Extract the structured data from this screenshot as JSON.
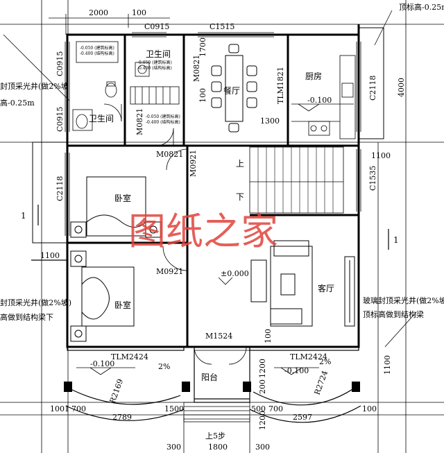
{
  "watermark": "图纸之家",
  "rooms": {
    "bathroom_a": "卫生间",
    "bathroom_b": "卫生间",
    "dining": "餐厅",
    "kitchen": "厨房",
    "bedroom_upper": "卧室",
    "bedroom_lower": "卧室",
    "living": "客厅",
    "balcony": "阳台"
  },
  "levels": {
    "kitchen": "-0.100",
    "living": "±0.000",
    "porch_left": "-0.100",
    "porch_right": "-0.100"
  },
  "bath_notes": {
    "line1": "-0.050 (建筑标高)",
    "line2": "-0.400 (结构标高)"
  },
  "dimensions": {
    "top_2000": "2000",
    "top_100": "100",
    "right_4000": "4000",
    "right_1100_a": "1100",
    "right_1100_b": "1100",
    "left_1100": "1100",
    "dining_1700": "1700",
    "dining_1300": "1300",
    "dining_100": "100",
    "porch_1200_a": "1200",
    "porch_1200_b": "1200",
    "porch_100": "100",
    "porch_200": "200",
    "bottom_1001": "1001",
    "bottom_700_a": "700",
    "bottom_2789": "2789",
    "bottom_1500": "1500",
    "bottom_500": "500",
    "bottom_700_b": "700",
    "bottom_2597": "2597",
    "bottom_100": "100",
    "bottom_300_a": "300",
    "bottom_1800": "1800",
    "bottom_300_b": "300",
    "pct_left": "2%",
    "pct_right": "2%"
  },
  "openings": {
    "c0915_top": "C0915",
    "c1515": "C1515",
    "c0915_left_a": "C0915",
    "c0915_left_b": "C0915",
    "c2118_right": "C2118",
    "c2118_left": "C2118",
    "c1535": "C1535",
    "m0821_a": "M0821",
    "m0821_b": "M0821",
    "m0821_c": "M0821",
    "m0921_a": "M0921",
    "m0921_b": "M0921",
    "tlm1821": "TLM1821",
    "m1524": "M1524",
    "tlm2424_left": "TLM2424",
    "tlm2424_right": "TLM2424",
    "r2169": "R2169",
    "r2724": "R2724"
  },
  "stairs": {
    "up": "上",
    "down": "下"
  },
  "steps": "上5步",
  "section_mark": "1",
  "notes": {
    "top_right": "顶标高-0.25m",
    "left_top_a": "封顶采光井(做2%坡",
    "left_top_b": "高-0.25m",
    "left_bottom_a": "封顶采光井(做2%坡)",
    "left_bottom_b": "高做到结构梁下",
    "right_bottom_a": "玻璃封顶采光井(做2%坡",
    "right_bottom_b": "顶标高做到结构梁"
  }
}
